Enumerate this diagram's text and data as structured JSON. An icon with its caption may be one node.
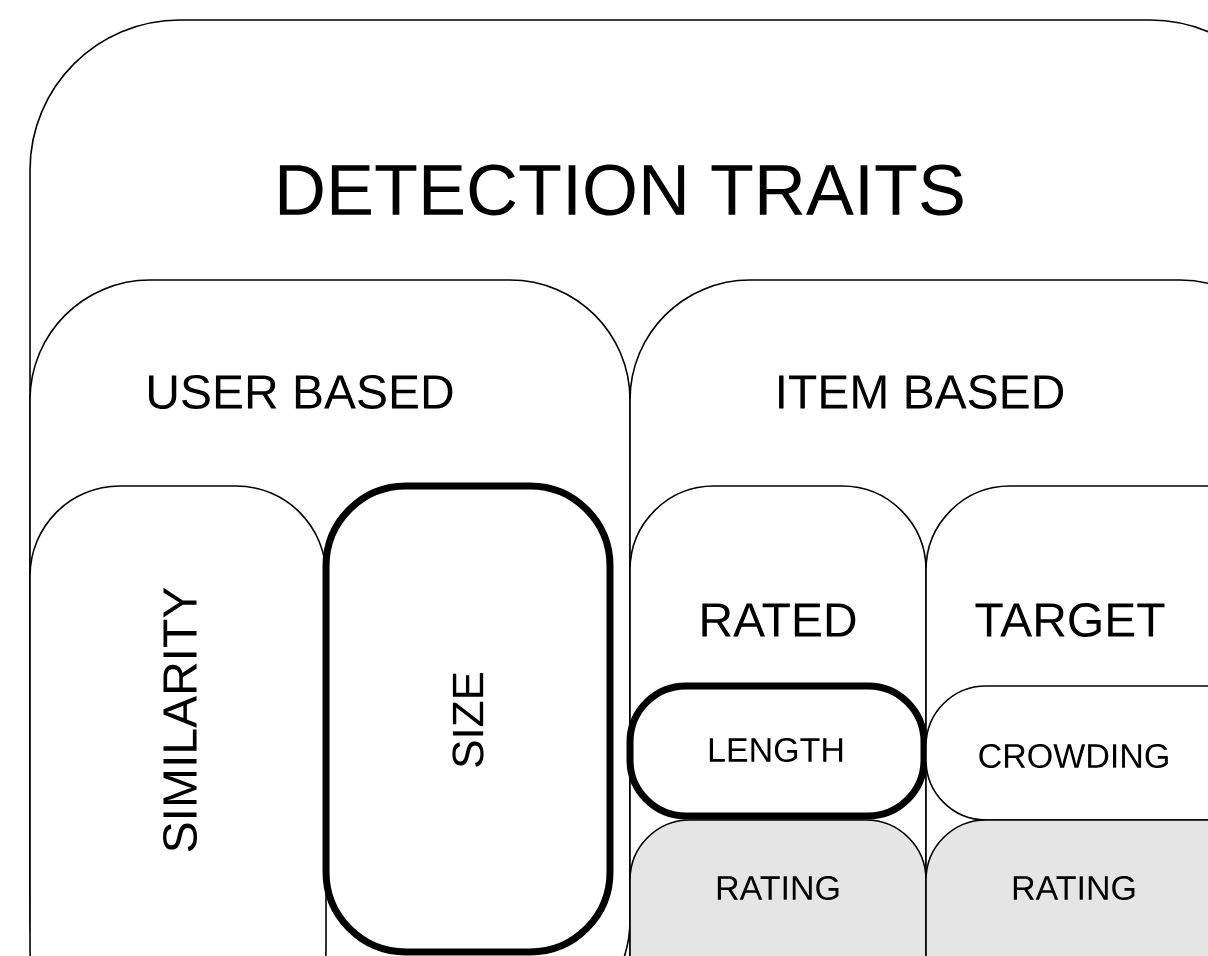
{
  "diagram": {
    "nodes": [
      {
        "text": [
          "DETECTION TRAITS"
        ]
      },
      {
        "text": [
          "USER BASED"
        ],
        "in": 0
      },
      {
        "text": [
          "ITEM BASED"
        ],
        "in": 0
      },
      {
        "text": [
          "SIMILARITY"
        ],
        "in": 1
      },
      {
        "text": [
          "SIZE"
        ],
        "in": 1
      },
      {
        "text": [
          "RATED"
        ],
        "in": 2
      },
      {
        "text": [
          "TARGET"
        ],
        "in": 2
      },
      {
        "text": [
          "LENGTH"
        ],
        "in": 5
      },
      {
        "text": [
          "RATING"
        ],
        "in": 5
      },
      {
        "text": [
          "CROWDING"
        ],
        "in": 6
      },
      {
        "text": [
          "RATING"
        ],
        "in": 6
      }
    ]
  }
}
